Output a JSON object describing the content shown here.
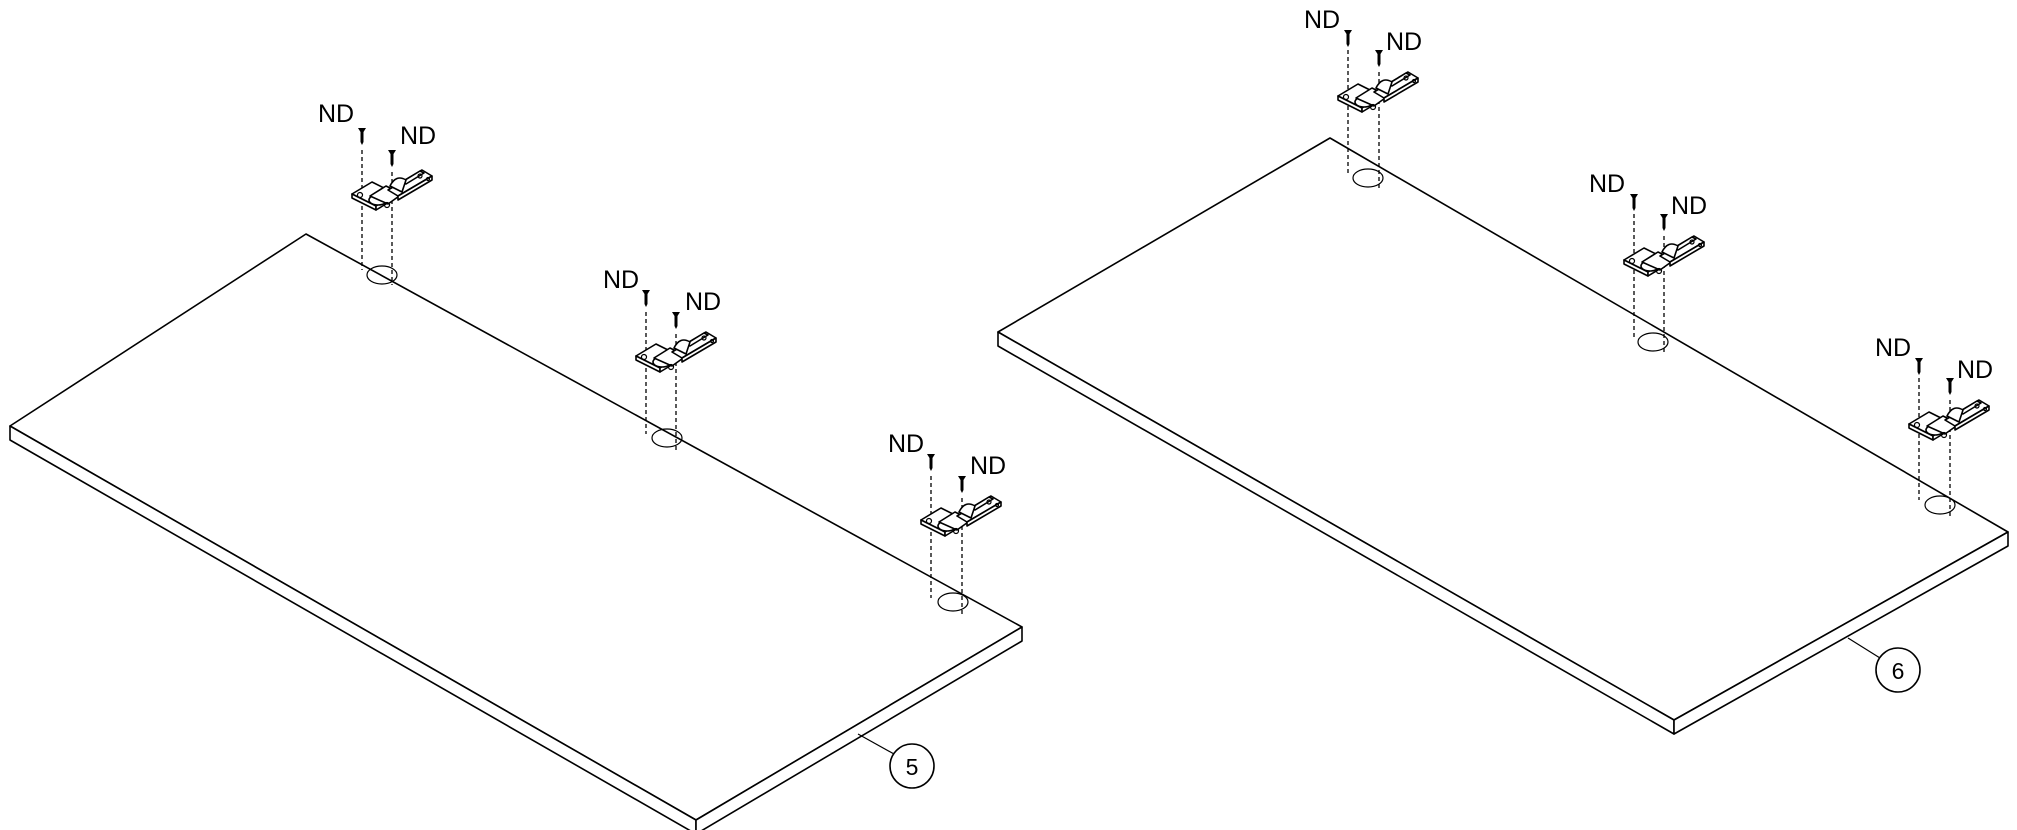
{
  "parts": [
    {
      "number": "5",
      "screw_labels": [
        "ND",
        "ND",
        "ND",
        "ND",
        "ND",
        "ND"
      ]
    },
    {
      "number": "6",
      "screw_labels": [
        "ND",
        "ND",
        "ND",
        "ND",
        "ND",
        "ND"
      ]
    }
  ]
}
